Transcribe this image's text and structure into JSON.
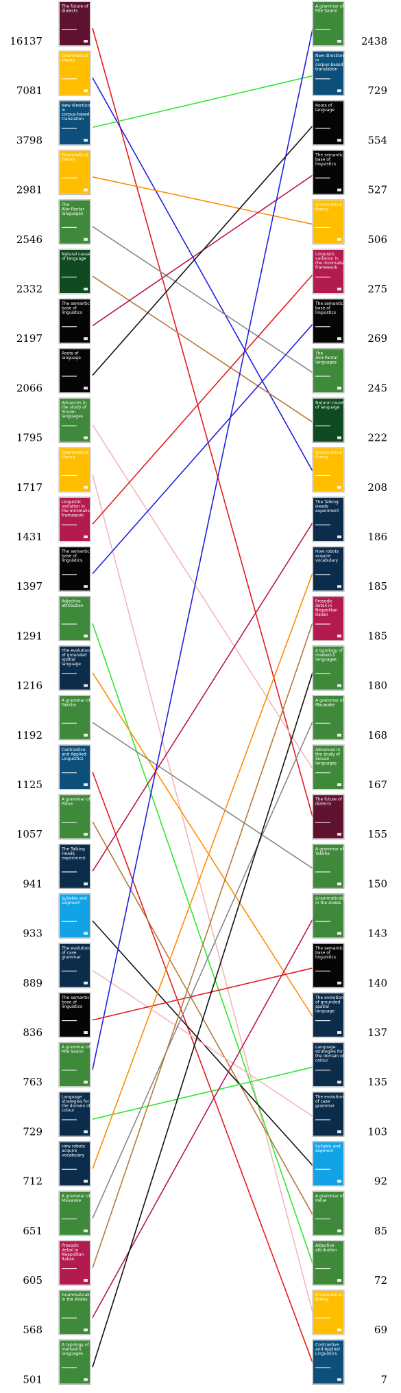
{
  "chart_data": {
    "type": "slope",
    "colors": {
      "red": "#e41a1c",
      "blue": "#1f1fe0",
      "green": "#2de82d",
      "orange": "#ff8c00",
      "gray": "#888888",
      "brown": "#b5793b",
      "crimson": "#b5174e",
      "black": "#111111",
      "pink": "#f4b6b6"
    },
    "cover_colors": {
      "maroon": "#5e1230",
      "yellow": "#ffbf00",
      "teal": "#0b4f7a",
      "green": "#3f8a3a",
      "darkgreen": "#0f4a20",
      "black": "#050505",
      "navy": "#0c2c4b",
      "crimson": "#b31a4e",
      "cyan": "#11a3e6"
    },
    "left": [
      {
        "value": "16137",
        "cover": "maroon",
        "title": "The future of dialects"
      },
      {
        "value": "7081",
        "cover": "yellow",
        "title": "Grammatical theory"
      },
      {
        "value": "3798",
        "cover": "teal",
        "title": "New directions in corpus-based translation studies"
      },
      {
        "value": "2981",
        "cover": "yellow",
        "title": "Grammatical theory"
      },
      {
        "value": "2546",
        "cover": "green",
        "title": "The Alor-Pantar languages"
      },
      {
        "value": "2332",
        "cover": "darkgreen",
        "title": "Natural causes of language"
      },
      {
        "value": "2197",
        "cover": "black",
        "title": "The semantic base of linguistics"
      },
      {
        "value": "2066",
        "cover": "black",
        "title": "Roots of language"
      },
      {
        "value": "1795",
        "cover": "green",
        "title": "Advances in the study of Siouan languages"
      },
      {
        "value": "1717",
        "cover": "yellow",
        "title": "Grammatical theory"
      },
      {
        "value": "1431",
        "cover": "crimson",
        "title": "Linguistic variation in the minimalist framework"
      },
      {
        "value": "1397",
        "cover": "black",
        "title": "The semantic base of linguistics"
      },
      {
        "value": "1291",
        "cover": "green",
        "title": "Adjective attribution"
      },
      {
        "value": "1216",
        "cover": "navy",
        "title": "The evolution of grounded spatial language"
      },
      {
        "value": "1192",
        "cover": "green",
        "title": "A grammar of Yakkha"
      },
      {
        "value": "1125",
        "cover": "teal",
        "title": "Contrastive and Applied Linguistics"
      },
      {
        "value": "1057",
        "cover": "green",
        "title": "A grammar of Palue"
      },
      {
        "value": "941",
        "cover": "navy",
        "title": "The Talking Heads experiment"
      },
      {
        "value": "933",
        "cover": "cyan",
        "title": "Syllable and segment"
      },
      {
        "value": "889",
        "cover": "navy",
        "title": "The evolution of case grammar"
      },
      {
        "value": "836",
        "cover": "black",
        "title": "The semantic base of linguistics"
      },
      {
        "value": "763",
        "cover": "green",
        "title": "A grammar of Pite Saami"
      },
      {
        "value": "729",
        "cover": "navy",
        "title": "Language strategies for the domain of colour"
      },
      {
        "value": "712",
        "cover": "navy",
        "title": "How robots acquire vocabulary"
      },
      {
        "value": "651",
        "cover": "green",
        "title": "A grammar of Mauwake"
      },
      {
        "value": "605",
        "cover": "crimson",
        "title": "Prosodic detail in Neapolitan Italian"
      },
      {
        "value": "568",
        "cover": "green",
        "title": "Grammaticalization in the Andes"
      },
      {
        "value": "501",
        "cover": "green",
        "title": "A typology of marked-S languages"
      }
    ],
    "right": [
      {
        "value": "2438",
        "cover": "green",
        "title": "A grammar of Pite Saami"
      },
      {
        "value": "729",
        "cover": "teal",
        "title": "New directions in corpus-based translation studies"
      },
      {
        "value": "554",
        "cover": "black",
        "title": "Roots of language"
      },
      {
        "value": "527",
        "cover": "black",
        "title": "The semantic base of linguistics"
      },
      {
        "value": "506",
        "cover": "yellow",
        "title": "Grammatical theory"
      },
      {
        "value": "275",
        "cover": "crimson",
        "title": "Linguistic variation in the minimalist framework"
      },
      {
        "value": "269",
        "cover": "black",
        "title": "The semantic base of linguistics"
      },
      {
        "value": "245",
        "cover": "green",
        "title": "The Alor-Pantar languages"
      },
      {
        "value": "222",
        "cover": "darkgreen",
        "title": "Natural causes of language"
      },
      {
        "value": "208",
        "cover": "yellow",
        "title": "Grammatical theory"
      },
      {
        "value": "186",
        "cover": "navy",
        "title": "The Talking Heads experiment"
      },
      {
        "value": "185",
        "cover": "navy",
        "title": "How robots acquire vocabulary"
      },
      {
        "value": "185",
        "cover": "crimson",
        "title": "Prosodic detail in Neapolitan Italian"
      },
      {
        "value": "180",
        "cover": "green",
        "title": "A typology of marked-S languages"
      },
      {
        "value": "168",
        "cover": "green",
        "title": "A grammar of Mauwake"
      },
      {
        "value": "167",
        "cover": "green",
        "title": "Advances in the study of Siouan languages"
      },
      {
        "value": "155",
        "cover": "maroon",
        "title": "The future of dialects"
      },
      {
        "value": "150",
        "cover": "green",
        "title": "A grammar of Yakkha"
      },
      {
        "value": "143",
        "cover": "green",
        "title": "Grammaticalization in the Andes"
      },
      {
        "value": "140",
        "cover": "black",
        "title": "The semantic base of linguistics"
      },
      {
        "value": "137",
        "cover": "navy",
        "title": "The evolution of grounded spatial language"
      },
      {
        "value": "135",
        "cover": "navy",
        "title": "Language strategies for the domain of colour"
      },
      {
        "value": "103",
        "cover": "navy",
        "title": "The evolution of case grammar"
      },
      {
        "value": "92",
        "cover": "cyan",
        "title": "Syllable and segment"
      },
      {
        "value": "85",
        "cover": "green",
        "title": "A grammar of Palue"
      },
      {
        "value": "72",
        "cover": "green",
        "title": "Adjective attribution"
      },
      {
        "value": "69",
        "cover": "yellow",
        "title": "Grammatical theory"
      },
      {
        "value": "7",
        "cover": "teal",
        "title": "Contrastive and Applied Linguistics"
      }
    ],
    "links": [
      {
        "from": 0,
        "to": 16,
        "color": "red"
      },
      {
        "from": 1,
        "to": 9,
        "color": "blue"
      },
      {
        "from": 2,
        "to": 1,
        "color": "green"
      },
      {
        "from": 3,
        "to": 4,
        "color": "orange"
      },
      {
        "from": 4,
        "to": 7,
        "color": "gray"
      },
      {
        "from": 5,
        "to": 8,
        "color": "brown"
      },
      {
        "from": 6,
        "to": 3,
        "color": "crimson"
      },
      {
        "from": 7,
        "to": 2,
        "color": "black"
      },
      {
        "from": 8,
        "to": 15,
        "color": "pink"
      },
      {
        "from": 9,
        "to": 26,
        "color": "pink"
      },
      {
        "from": 10,
        "to": 5,
        "color": "red"
      },
      {
        "from": 11,
        "to": 6,
        "color": "blue"
      },
      {
        "from": 12,
        "to": 25,
        "color": "green"
      },
      {
        "from": 13,
        "to": 20,
        "color": "orange"
      },
      {
        "from": 14,
        "to": 17,
        "color": "gray"
      },
      {
        "from": 15,
        "to": 27,
        "color": "red"
      },
      {
        "from": 16,
        "to": 24,
        "color": "brown"
      },
      {
        "from": 17,
        "to": 10,
        "color": "crimson"
      },
      {
        "from": 18,
        "to": 23,
        "color": "black"
      },
      {
        "from": 19,
        "to": 22,
        "color": "pink"
      },
      {
        "from": 20,
        "to": 19,
        "color": "red"
      },
      {
        "from": 21,
        "to": 0,
        "color": "blue"
      },
      {
        "from": 22,
        "to": 21,
        "color": "green"
      },
      {
        "from": 23,
        "to": 11,
        "color": "orange"
      },
      {
        "from": 24,
        "to": 14,
        "color": "gray"
      },
      {
        "from": 25,
        "to": 12,
        "color": "brown"
      },
      {
        "from": 26,
        "to": 18,
        "color": "crimson"
      },
      {
        "from": 27,
        "to": 13,
        "color": "black"
      }
    ]
  }
}
